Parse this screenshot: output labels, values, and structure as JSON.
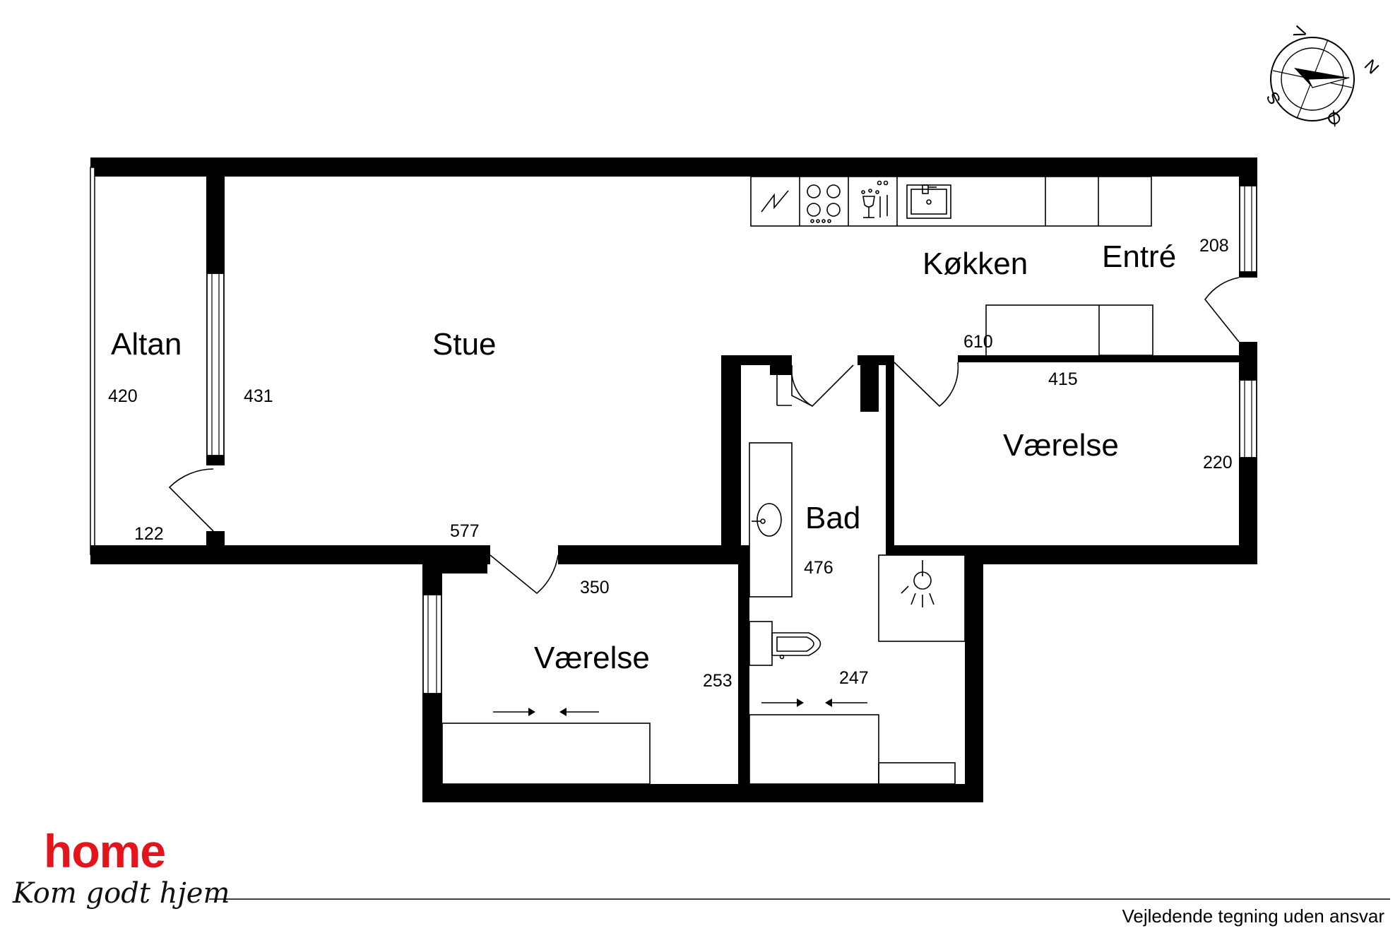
{
  "rooms": {
    "altan": "Altan",
    "stue": "Stue",
    "kokken": "Køkken",
    "entre": "Entré",
    "bad": "Bad",
    "vaerelse_east": "Værelse",
    "vaerelse_south": "Værelse"
  },
  "dimensions": {
    "altan_length": "420",
    "stue_window_wall": "431",
    "altan_door": "122",
    "stue_south": "577",
    "kokken_length": "610",
    "entre_width": "208",
    "vaerelse_east_width": "415",
    "vaerelse_east_depth": "220",
    "vaerelse_south_width": "350",
    "vaerelse_south_depth": "253",
    "bad_length": "476",
    "bad_width": "247"
  },
  "compass": {
    "north": "N",
    "east": "Ø",
    "south": "S",
    "west": "V"
  },
  "brand": {
    "name": "home",
    "tagline": "Kom godt hjem",
    "color": "#e3141c"
  },
  "footer": {
    "disclaimer": "Vejledende tegning uden ansvar"
  }
}
